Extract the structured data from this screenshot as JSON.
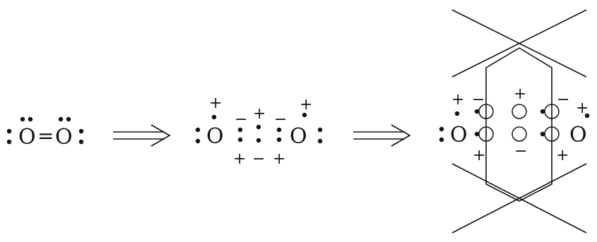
{
  "panel1": {
    "atom_left": "O",
    "bond": "=",
    "atom_right": "O"
  },
  "panel2": {
    "atom_left": "O",
    "atom_right": "O",
    "signs_top": [
      "+",
      "−",
      "+",
      "−",
      "+"
    ],
    "signs_bottom": [
      "+",
      "−",
      "+"
    ]
  },
  "panel3": {
    "atom_left": "O",
    "atom_right": "O",
    "signs_top": [
      "+",
      "−",
      "+",
      "−",
      "+"
    ],
    "signs_bottom": [
      "+",
      "−",
      "+"
    ]
  },
  "icons": {
    "arrow": "double-arrow-icon"
  }
}
